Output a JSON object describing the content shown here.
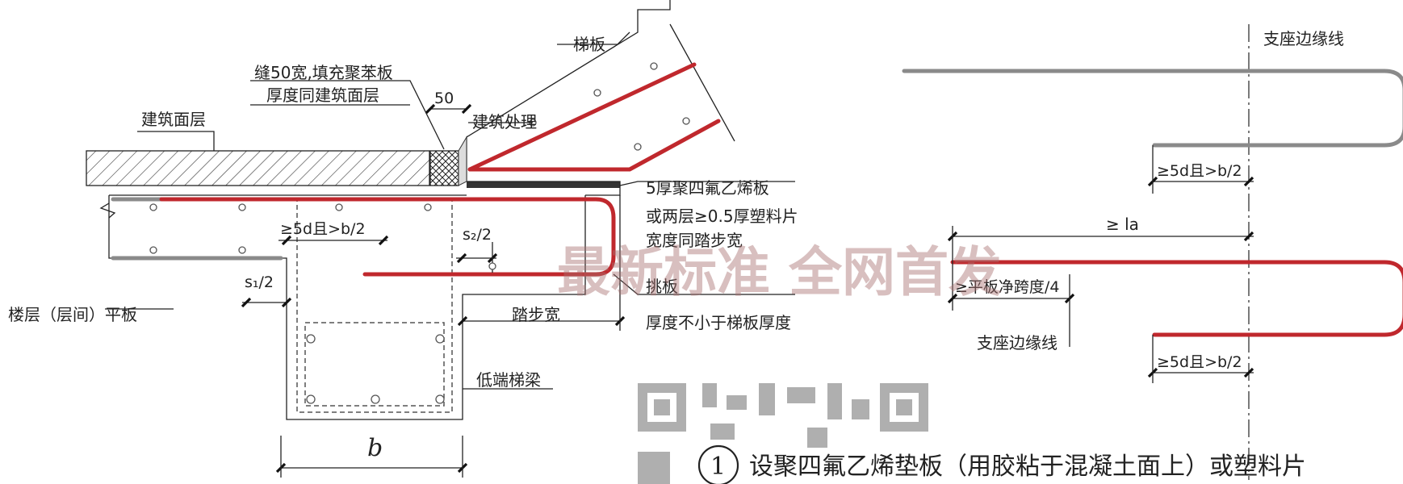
{
  "left_detail": {
    "labels": {
      "stair_slab": "梯板",
      "joint": "缝50宽,填充聚苯板",
      "joint_thickness": "厚度同建筑面层",
      "dim_50": "50",
      "arch_treatment": "建筑处理",
      "arch_surface": "建筑面层",
      "ptfe_1": "5厚聚四氟乙烯板",
      "ptfe_2": "或两层≥0.5厚塑料片",
      "ptfe_3": "宽度同踏步宽",
      "anchorage": "≥5d且>b/2",
      "s2": "s₂/2",
      "s1": "s₁/2",
      "cantilever": "挑板",
      "cantilever_thickness": "厚度不小于梯板厚度",
      "tread_width": "踏步宽",
      "floor_slab": "楼层（层间）平板",
      "low_beam": "低端梯梁",
      "b": "b"
    }
  },
  "right_detail": {
    "labels": {
      "support_edge_top": "支座边缘线",
      "anchorage_top": "≥5d且>b/2",
      "la": "≥ la",
      "quarter_span": "≥平板净跨度/4",
      "support_edge_bottom": "支座边缘线",
      "anchorage_bottom": "≥5d且>b/2"
    }
  },
  "caption": {
    "number": "1",
    "text": "设聚四氟乙烯垫板（用胶粘于混凝土面上）或塑料片"
  },
  "watermark": "最新标准 全网首发",
  "colors": {
    "rebar_red": "#c0282d",
    "rebar_grey": "#8a8a8a",
    "line": "#222222"
  }
}
